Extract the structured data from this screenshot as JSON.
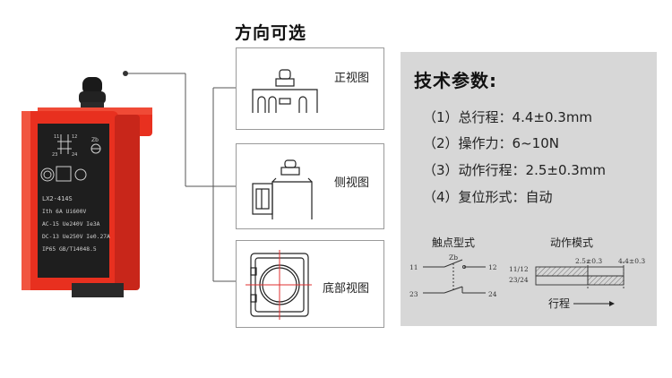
{
  "views": {
    "title": "方向可选",
    "front": "正视图",
    "side": "侧视图",
    "bottom": "底部视图"
  },
  "product_label": {
    "model": "LX2-414S",
    "line1": "Ith 6A Ui600V",
    "line2": "AC-15 Ue240V Ie3A",
    "line3": "DC-13 Ue250V Ie0.27A",
    "line4": "IP65 GB/T14048.5",
    "terminal_11": "11",
    "terminal_12": "12",
    "terminal_23": "23",
    "terminal_24": "24",
    "zb": "Zb",
    "body_color": "#e8301f",
    "cap_color": "#1a1a1a"
  },
  "specs": {
    "title": "技术参数:",
    "items": [
      "（1）总行程：4.4±0.3mm",
      "（2）操作力：6~10N",
      "（3）动作行程：2.5±0.3mm",
      "（4）复位形式：自动"
    ]
  },
  "contact_diagram": {
    "title": "触点型式",
    "t11": "11",
    "t12": "12",
    "t23": "23",
    "t24": "24",
    "zb": "Zb"
  },
  "action_diagram": {
    "title": "动作模式",
    "row1": "11/12",
    "row2": "23/24",
    "v1": "2.5±0.3",
    "v2": "4.4±0.3",
    "travel": "行程"
  },
  "colors": {
    "panel_bg": "#d7d7d7",
    "box_border": "#9a9a9a",
    "crosshair": "#e03030"
  }
}
